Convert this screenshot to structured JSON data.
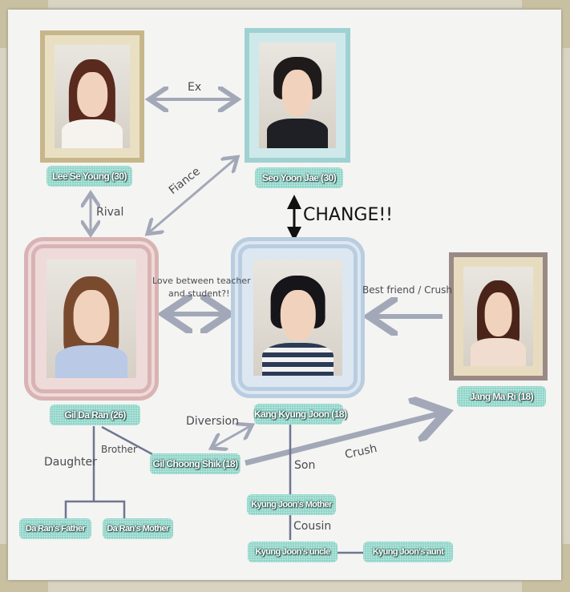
{
  "characters": {
    "lee": "Lee Se Young (30)",
    "seo": "Seo Yoon Jae (30)",
    "gil": "Gil Da Ran (26)",
    "kang": "Kang Kyung Joon (18)",
    "jang": "Jang Ma Ri (18)",
    "choong": "Gil Choong Shik (18)",
    "father": "Da Ran's Father",
    "mother": "Da Ran's Mother",
    "kjmother": "Kyung Joon's Mother",
    "uncle": "Kyung Joon's uncle",
    "aunt": "Kyung Joon's aunt"
  },
  "relations": {
    "ex": "Ex",
    "fiance": "Fiance",
    "rival": "Rival",
    "change": "CHANGE!!",
    "love": "Love between teacher",
    "love2": "and student?!",
    "best": "Best friend / Crush",
    "diversion": "Diversion",
    "brother": "Brother",
    "daughter": "Daughter",
    "crush": "Crush",
    "son": "Son",
    "cousin": "Cousin"
  },
  "colors": {
    "tag": "#8fd4c8",
    "arrow": "#a3a8b8",
    "line": "#6f7690"
  }
}
